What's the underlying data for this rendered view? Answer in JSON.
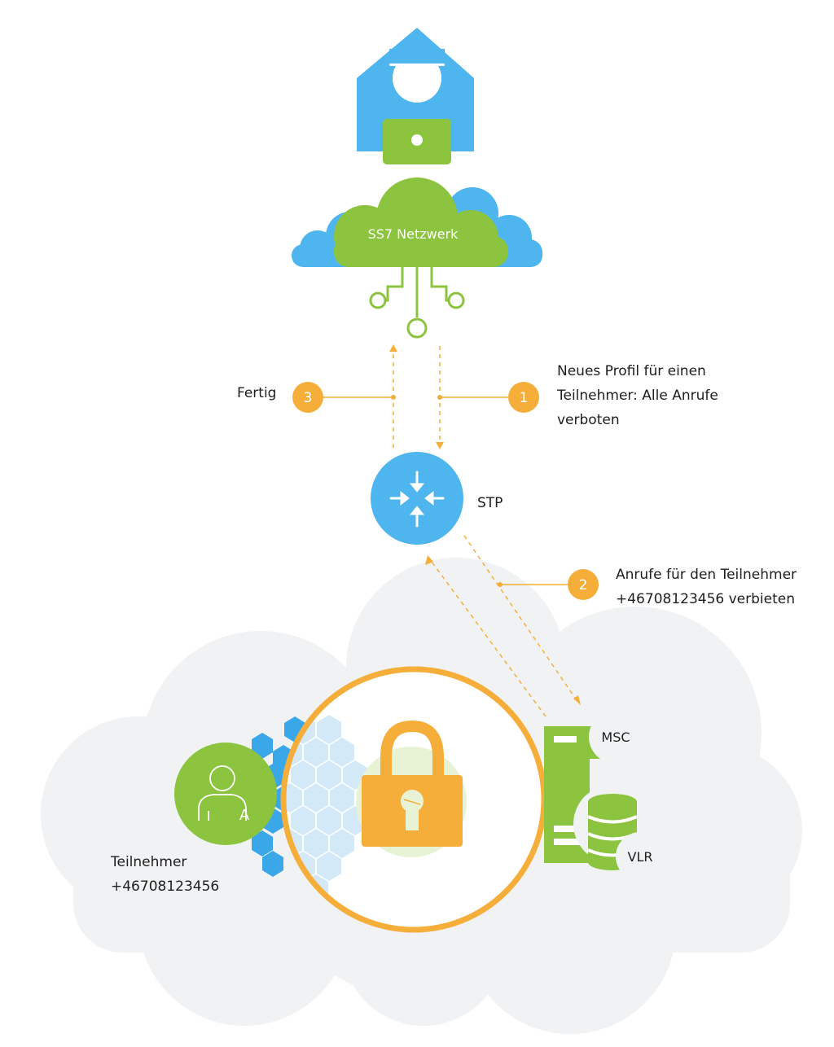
{
  "colors": {
    "green": "#8cc43f",
    "blue": "#4fb5ee",
    "orange": "#f6ae3a",
    "cloud_gray": "#f0f2f4",
    "hex_light": "#cde7f7",
    "hex_blue": "#3aa7e8"
  },
  "icons": {
    "hacker": "hacker-with-laptop-icon",
    "stp": "arrows-converge-icon",
    "lock": "padlock-icon",
    "subscriber": "user-avatar-icon",
    "server": "server-icon",
    "database": "database-icon"
  },
  "network_cloud": {
    "label": "SS7 Netzwerk"
  },
  "stp": {
    "label": "STP"
  },
  "steps": [
    {
      "number": "1",
      "lines": [
        "Neues Profil für einen",
        "Teilnehmer: Alle Anrufe",
        "verboten"
      ]
    },
    {
      "number": "2",
      "lines": [
        "Anrufe für den Teilnehmer",
        "+46708123456 verbieten"
      ]
    },
    {
      "number": "3",
      "lines": [
        "Fertig"
      ]
    }
  ],
  "subscriber": {
    "lines": [
      "Teilnehmer",
      "+46708123456"
    ],
    "avatar_letter": "A"
  },
  "msc": {
    "label": "MSC"
  },
  "vlr": {
    "label": "VLR"
  }
}
